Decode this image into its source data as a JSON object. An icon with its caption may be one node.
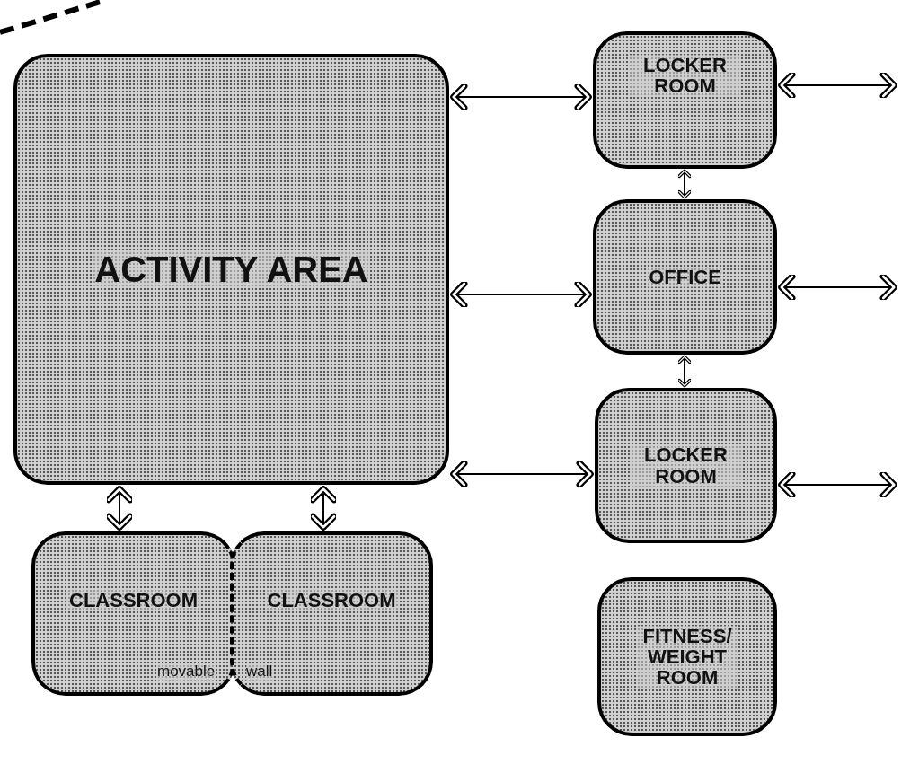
{
  "diagram": {
    "nodes": [
      {
        "text": [
          "ACTIVITY AREA"
        ]
      },
      {
        "text": [
          "LOCKER ROOM"
        ]
      },
      {
        "text": [
          "OFFICE"
        ]
      },
      {
        "text": [
          "LOCKER ROOM"
        ]
      },
      {
        "text": [
          "CLASSROOM"
        ]
      },
      {
        "text": [
          "CLASSROOM"
        ]
      },
      {
        "text": [
          "FITNESS/ WEIGHT ROOM"
        ]
      }
    ],
    "edges": [
      {
        "from": 0,
        "to": 1,
        "arrow": "both"
      },
      {
        "from": 0,
        "to": 2,
        "arrow": "both"
      },
      {
        "from": 0,
        "to": 3,
        "arrow": "both"
      },
      {
        "from": 1,
        "to": null,
        "arrow": "both"
      },
      {
        "from": 2,
        "to": null,
        "arrow": "both"
      },
      {
        "from": 3,
        "to": null,
        "arrow": "both"
      },
      {
        "from": 1,
        "to": 2,
        "arrow": "both"
      },
      {
        "from": 2,
        "to": 3,
        "arrow": "both"
      },
      {
        "from": 0,
        "to": 4,
        "arrow": "both"
      },
      {
        "from": 0,
        "to": 5,
        "arrow": "both"
      }
    ],
    "labels": [
      "movable",
      "wall"
    ]
  }
}
